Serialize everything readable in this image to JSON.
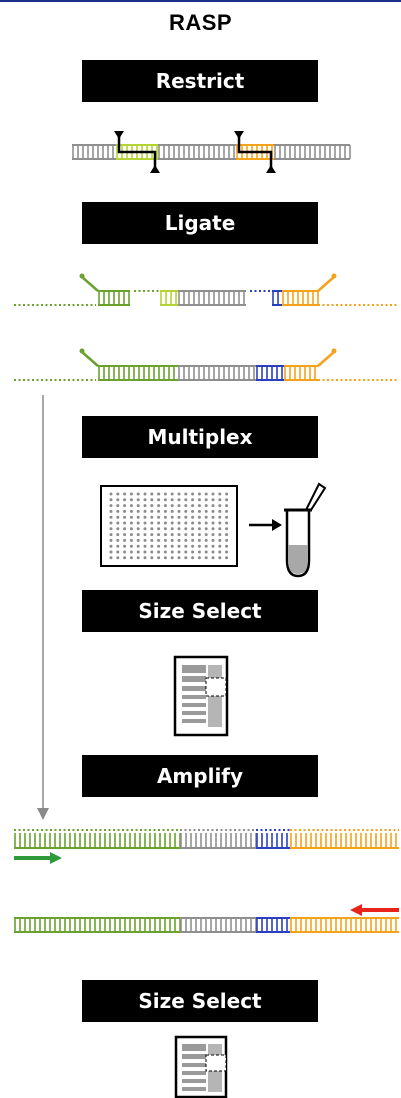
{
  "title": "RASP",
  "steps": {
    "restrict": "Restrict",
    "ligate": "Ligate",
    "multiplex": "Multiplex",
    "size_select_1": "Size Select",
    "amplify": "Amplify",
    "size_select_2": "Size Select"
  },
  "colors": {
    "header_line": "#1e2f8a",
    "step_box": "#000000",
    "step_text": "#ffffff",
    "adapter_green": "#6aa12f",
    "cut_yellow_green": "#b5d334",
    "insert_gray": "#8f8f8f",
    "barcode_blue": "#2a3fc0",
    "adapter_orange": "#f5a21b",
    "primer_forward": "#2e9a3c",
    "primer_reverse": "#e8251c",
    "workflow_arrow": "#8a8a8a"
  },
  "icons": {
    "restrict": "dna-cut-diagram",
    "ligate": "adapter-ligation-diagram",
    "multiplex": "plate-to-tube-icon",
    "size_select": "gel-icon",
    "amplify": "pcr-primer-diagram"
  }
}
